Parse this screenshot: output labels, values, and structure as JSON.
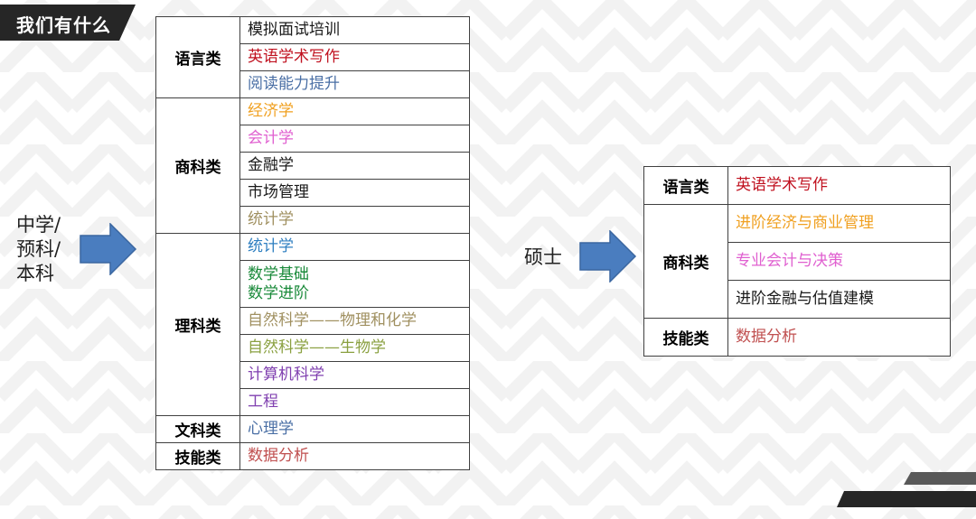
{
  "title": "我们有什么",
  "levels": {
    "left": [
      "中学/",
      "预科/",
      "本科"
    ],
    "right": "硕士"
  },
  "colors": {
    "title_bar": "#262626",
    "arrow": "#4a7dbf",
    "arrow_border": "#3a66a0",
    "border": "#404040",
    "dark": "#1a1a1a",
    "red": "#c0111f",
    "steel_blue": "#4a6fa5",
    "orange": "#f0a020",
    "pink": "#e060d0",
    "olive": "#a09060",
    "blue": "#2f7fc1",
    "green": "#1a8a3a",
    "olive_green": "#8aa040",
    "purple": "#8040b0",
    "brick": "#c05050"
  },
  "undergrad_table": [
    {
      "category": "语言类",
      "courses": [
        {
          "lines": [
            "模拟面试培训"
          ],
          "color": "#1a1a1a"
        },
        {
          "lines": [
            "英语学术写作"
          ],
          "color": "#c0111f"
        },
        {
          "lines": [
            "阅读能力提升"
          ],
          "color": "#4a6fa5"
        }
      ]
    },
    {
      "category": "商科类",
      "courses": [
        {
          "lines": [
            "经济学"
          ],
          "color": "#f0a020"
        },
        {
          "lines": [
            "会计学"
          ],
          "color": "#e060d0"
        },
        {
          "lines": [
            "金融学"
          ],
          "color": "#1a1a1a"
        },
        {
          "lines": [
            "市场管理"
          ],
          "color": "#1a1a1a"
        },
        {
          "lines": [
            "统计学"
          ],
          "color": "#a09060"
        }
      ]
    },
    {
      "category": "理科类",
      "courses": [
        {
          "lines": [
            "统计学"
          ],
          "color": "#2f7fc1"
        },
        {
          "lines": [
            "数学基础",
            "数学进阶"
          ],
          "color": "#1a8a3a"
        },
        {
          "lines": [
            "自然科学——物理和化学"
          ],
          "color": "#a09060"
        },
        {
          "lines": [
            "自然科学——生物学"
          ],
          "color": "#8aa040"
        },
        {
          "lines": [
            "计算机科学"
          ],
          "color": "#8040b0"
        },
        {
          "lines": [
            "工程"
          ],
          "color": "#8040b0"
        }
      ]
    },
    {
      "category": "文科类",
      "courses": [
        {
          "lines": [
            "心理学"
          ],
          "color": "#4a6fa5"
        }
      ]
    },
    {
      "category": "技能类",
      "courses": [
        {
          "lines": [
            "数据分析"
          ],
          "color": "#c05050"
        }
      ]
    }
  ],
  "master_table": [
    {
      "category": "语言类",
      "courses": [
        {
          "lines": [
            "英语学术写作"
          ],
          "color": "#c0111f"
        }
      ]
    },
    {
      "category": "商科类",
      "courses": [
        {
          "lines": [
            "进阶经济与商业管理"
          ],
          "color": "#f0a020"
        },
        {
          "lines": [
            "专业会计与决策"
          ],
          "color": "#e060d0"
        },
        {
          "lines": [
            "进阶金融与估值建模"
          ],
          "color": "#1a1a1a"
        }
      ]
    },
    {
      "category": "技能类",
      "courses": [
        {
          "lines": [
            "数据分析"
          ],
          "color": "#c05050"
        }
      ]
    }
  ]
}
